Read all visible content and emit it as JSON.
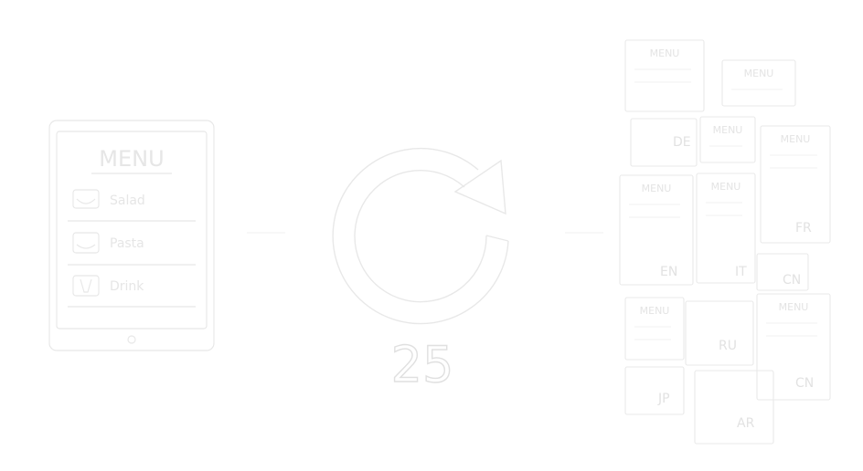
{
  "tablet": {
    "title": "MENU",
    "items": [
      {
        "label": "Salad",
        "icon": "salad-bowl-icon"
      },
      {
        "label": "Pasta",
        "icon": "pasta-dish-icon"
      },
      {
        "label": "Drink",
        "icon": "drink-glass-icon"
      }
    ]
  },
  "cycle": {
    "icon": "refresh-arrow-icon",
    "number": "25"
  },
  "translated_menus": [
    {
      "heading": "MENU",
      "lang": ""
    },
    {
      "heading": "MENU",
      "lang": ""
    },
    {
      "heading": "",
      "lang": "DE"
    },
    {
      "heading": "MENU",
      "lang": ""
    },
    {
      "heading": "MENU",
      "lang": "FR"
    },
    {
      "heading": "MENU",
      "lang": "EN"
    },
    {
      "heading": "MENU",
      "lang": "IT"
    },
    {
      "heading": "",
      "lang": "CN"
    },
    {
      "heading": "MENU",
      "lang": ""
    },
    {
      "heading": "",
      "lang": "RU"
    },
    {
      "heading": "MENU",
      "lang": "CN"
    },
    {
      "heading": "",
      "lang": "JP"
    },
    {
      "heading": "",
      "lang": "AR"
    }
  ],
  "colors": {
    "stroke": "#e6e6e6",
    "text": "#e0e0e0"
  }
}
